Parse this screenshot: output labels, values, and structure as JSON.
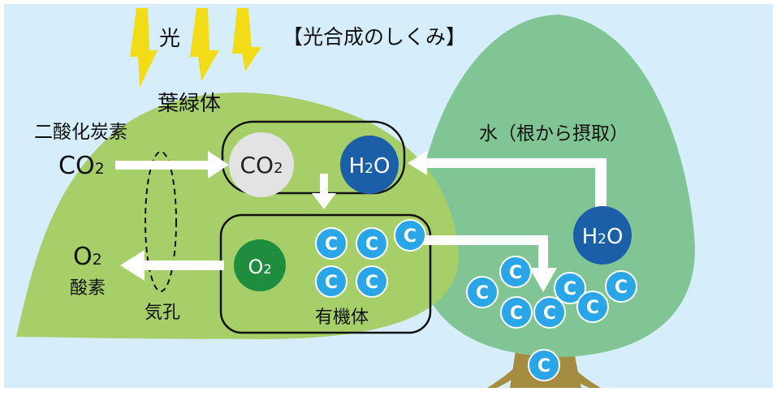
{
  "title": "【光合成のしくみ】",
  "light": "光",
  "chloroplast": "葉緑体",
  "co2_label": "二酸化炭素",
  "co2_formula": {
    "base": "CO",
    "sub": "2"
  },
  "water_label": "水（根から摂取）",
  "o2_formula": {
    "base": "O",
    "sub": "2"
  },
  "oxygen_label": "酸素",
  "stomata": "気孔",
  "organic": "有機体",
  "carbon": "C",
  "h2o_formula": {
    "pre": "H",
    "sub": "2",
    "post": "O"
  },
  "colors": {
    "sky": "#d6eefb",
    "leaf": "#a6cf6a",
    "tree": "#82c595",
    "trunk": "#a48d41",
    "lightning": "#f2dc18",
    "h2o": "#1a5fa8",
    "o2": "#1e8e3e",
    "co2_circle": "#e3e3e3",
    "carbon": "#2aa6e8",
    "arrow": "#ffffff"
  }
}
